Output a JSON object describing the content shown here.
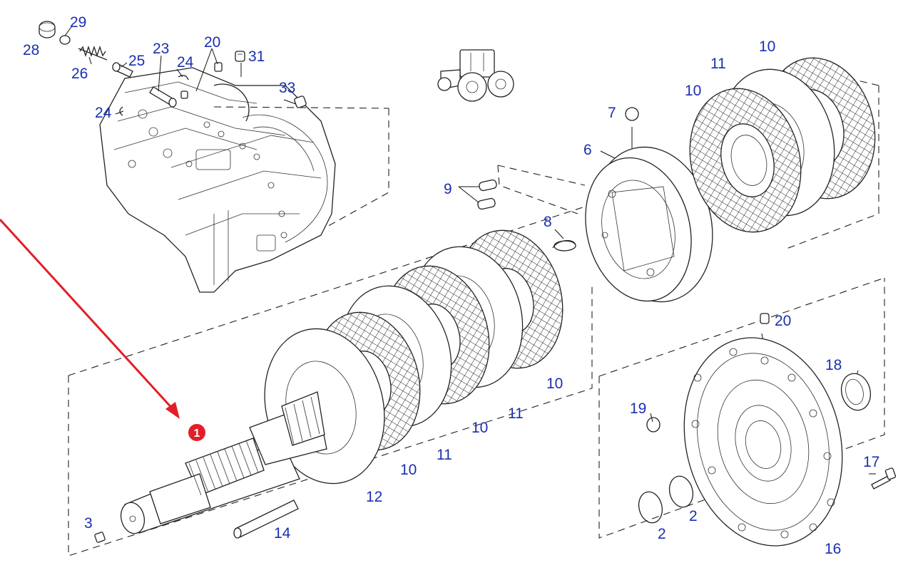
{
  "callouts": [
    {
      "id": "c29",
      "text": "29"
    },
    {
      "id": "c28",
      "text": "28"
    },
    {
      "id": "c26",
      "text": "26"
    },
    {
      "id": "c25",
      "text": "25"
    },
    {
      "id": "c23",
      "text": "23"
    },
    {
      "id": "c20a",
      "text": "20"
    },
    {
      "id": "c24a",
      "text": "24"
    },
    {
      "id": "c31",
      "text": "31"
    },
    {
      "id": "c33",
      "text": "33"
    },
    {
      "id": "c24b",
      "text": "24"
    },
    {
      "id": "c7",
      "text": "7"
    },
    {
      "id": "c6",
      "text": "6"
    },
    {
      "id": "c9",
      "text": "9"
    },
    {
      "id": "c8",
      "text": "8"
    },
    {
      "id": "c10a",
      "text": "10"
    },
    {
      "id": "c11a",
      "text": "11"
    },
    {
      "id": "c10b",
      "text": "10"
    },
    {
      "id": "c10c",
      "text": "10"
    },
    {
      "id": "c11b",
      "text": "11"
    },
    {
      "id": "c10d",
      "text": "10"
    },
    {
      "id": "c11c",
      "text": "11"
    },
    {
      "id": "c10e",
      "text": "10"
    },
    {
      "id": "c12",
      "text": "12"
    },
    {
      "id": "c14",
      "text": "14"
    },
    {
      "id": "c3",
      "text": "3"
    },
    {
      "id": "c20b",
      "text": "20"
    },
    {
      "id": "c18",
      "text": "18"
    },
    {
      "id": "c19",
      "text": "19"
    },
    {
      "id": "c17",
      "text": "17"
    },
    {
      "id": "c2a",
      "text": "2"
    },
    {
      "id": "c2b",
      "text": "2"
    },
    {
      "id": "c16",
      "text": "16"
    }
  ],
  "marker": {
    "text": "1",
    "color": "#e21f26"
  },
  "colors": {
    "callout": "#1a2fb0",
    "arrow": "#e21f26",
    "line": "#222222"
  },
  "icons": {
    "tractor": "tractor-icon"
  }
}
